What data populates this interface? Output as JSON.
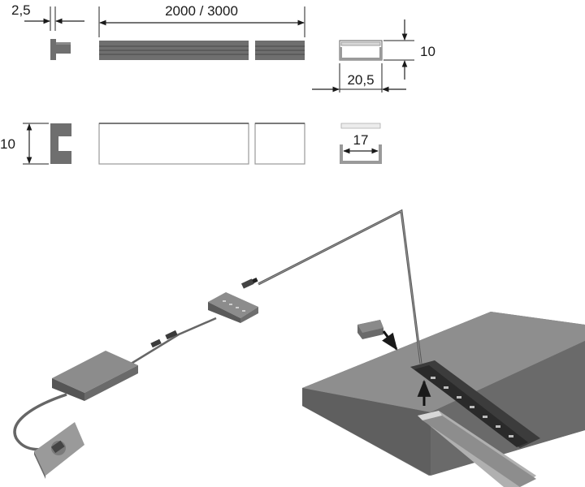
{
  "dimensions": {
    "end_cap_thickness": "2,5",
    "profile_length": "2000 / 3000",
    "profile_height_side": "10",
    "profile_outer_width": "20,5",
    "profile_height_front": "10",
    "profile_inner_width": "17"
  },
  "colors": {
    "profile": "#6f6f6f",
    "profile_dark": "#555555",
    "shelf_top": "#8c8c8c",
    "shelf_side": "#6b6b6b",
    "line": "#222222"
  }
}
